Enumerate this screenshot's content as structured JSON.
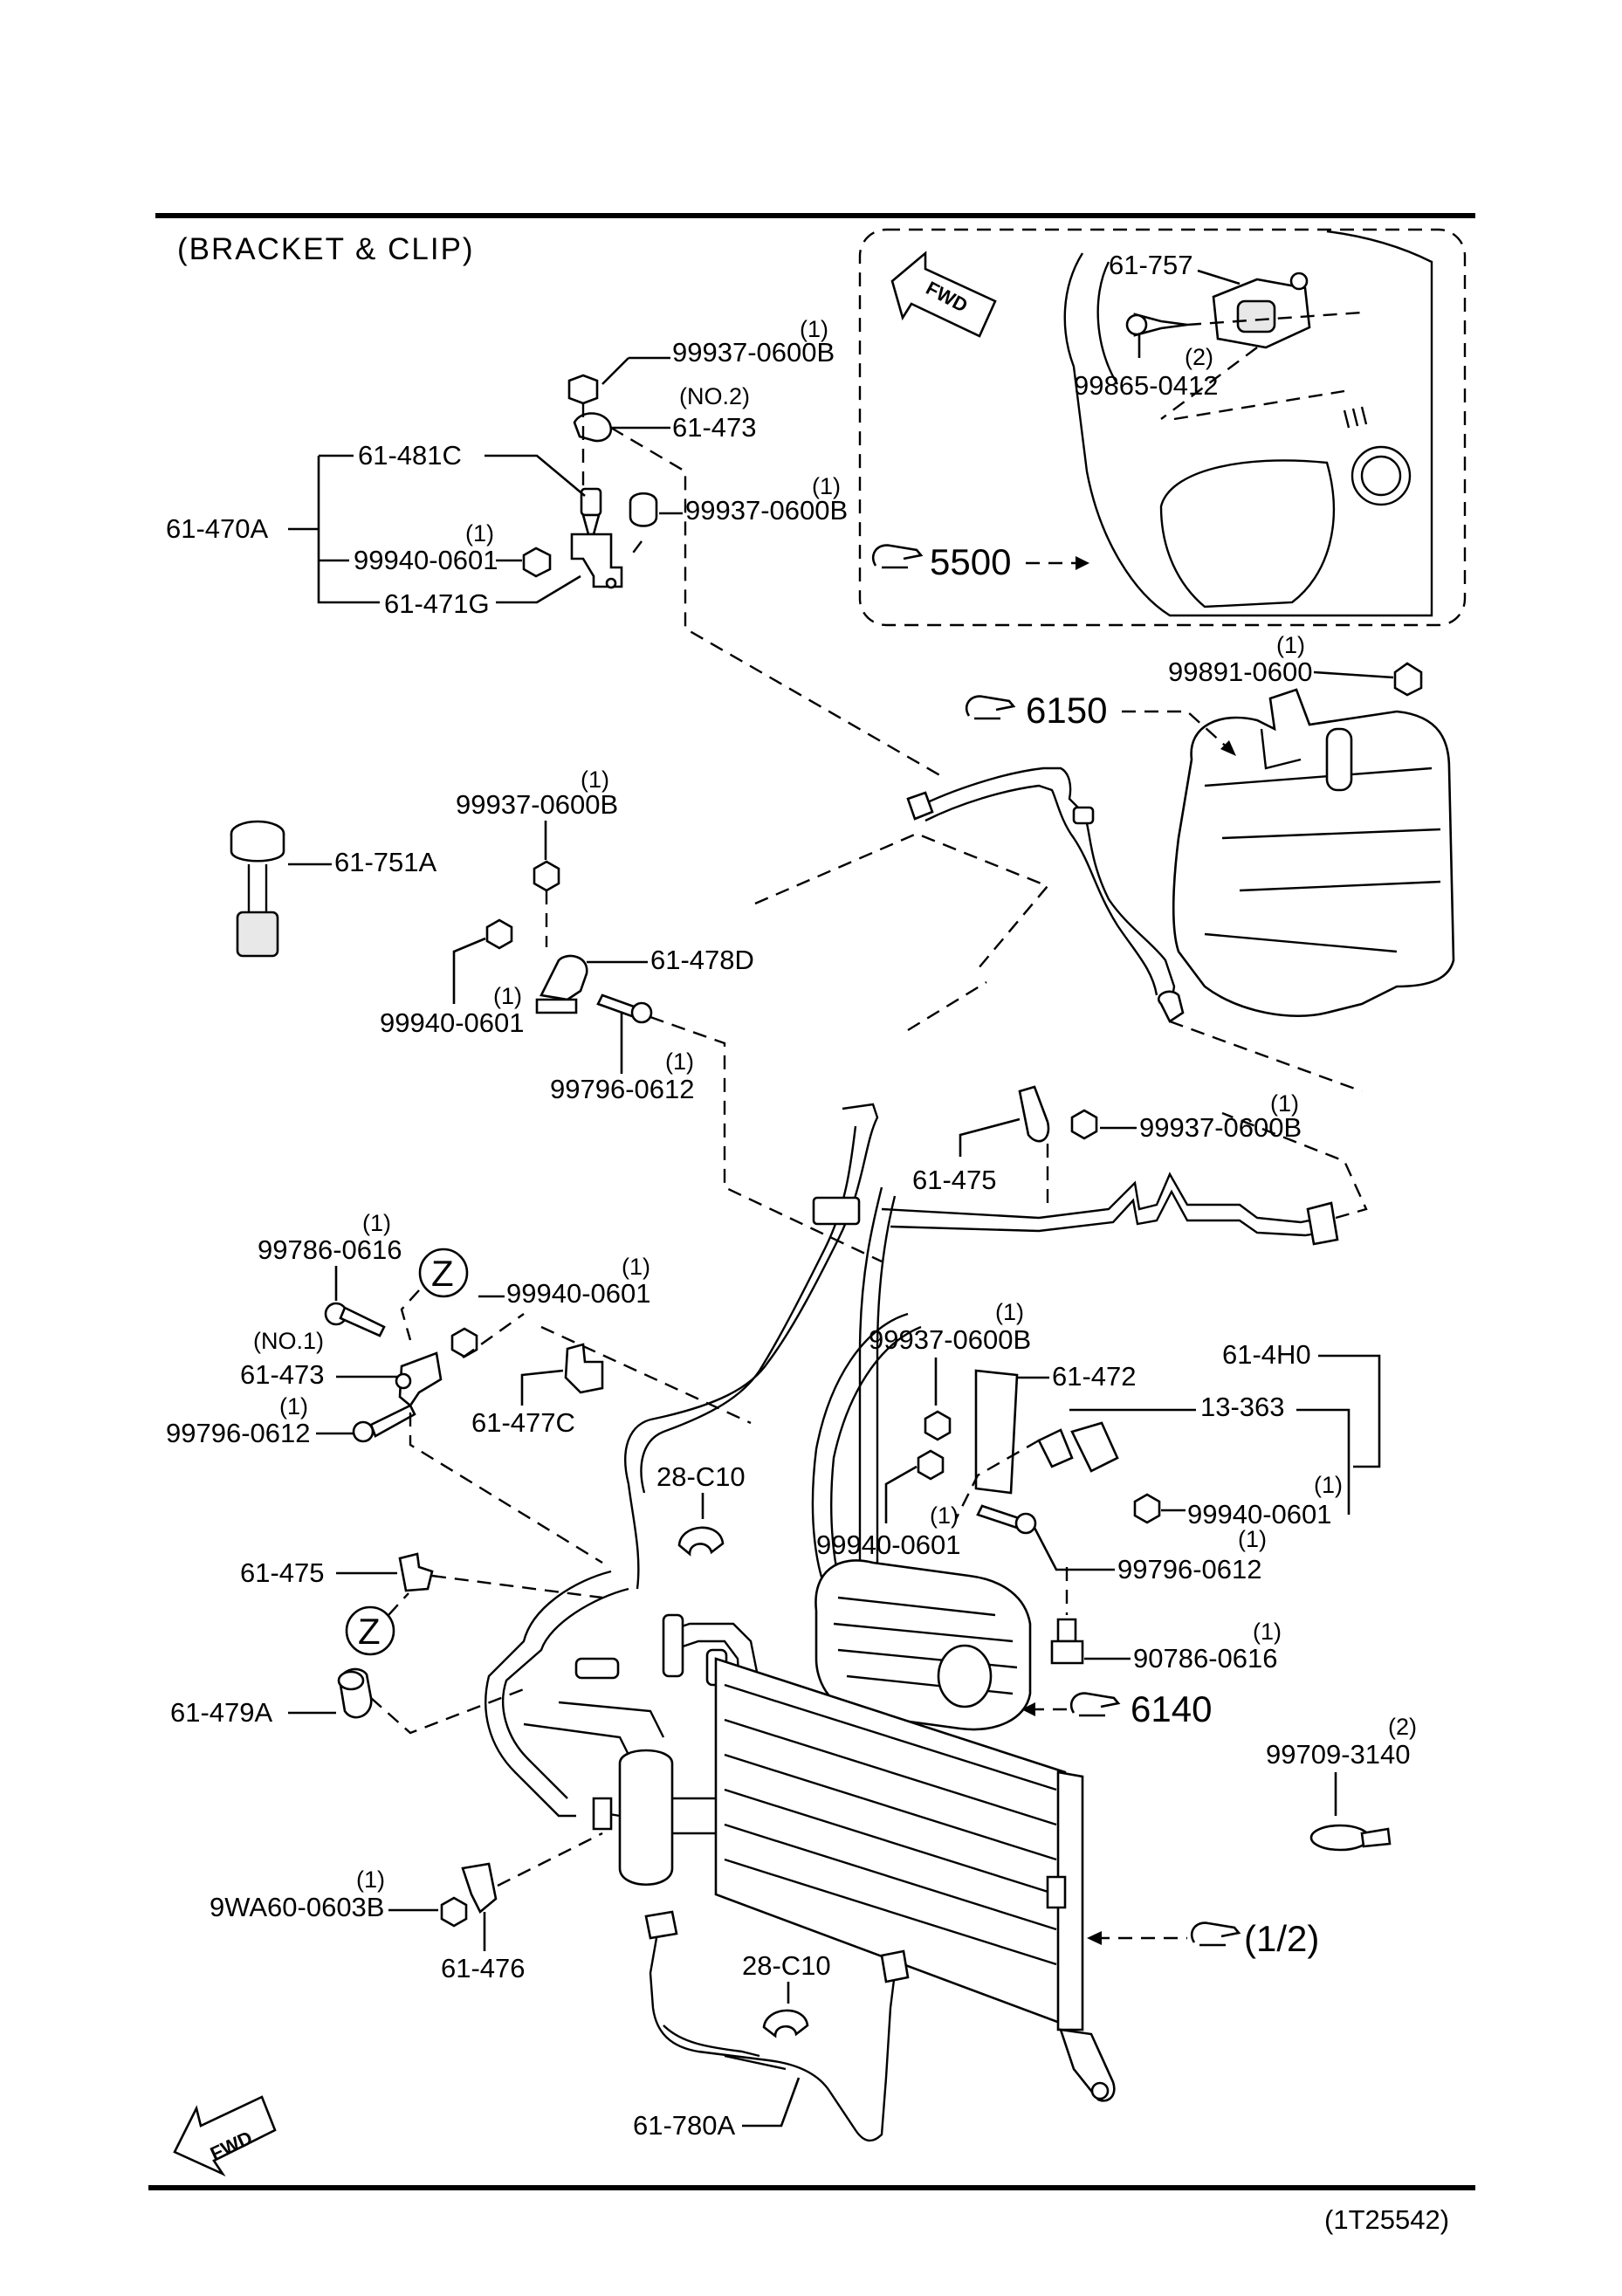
{
  "title": "(BRACKET   &   CLIP)",
  "figure_code": "(1T25542)",
  "fwd_label": "FWD",
  "inset": {
    "ref": "5500"
  },
  "refs": {
    "evaporator": "6150",
    "compressor": "6140",
    "condenser": "(1/2)"
  },
  "zone_marker": "Z",
  "parts": {
    "p99937_top": "99937-0600B",
    "p99937_top_qty": "(1)",
    "p61473_no2": "61-473",
    "p61473_no2_note": "(NO.2)",
    "p61481c": "61-481C",
    "p61470a": "61-470A",
    "p99937_mid": "99937-0600B",
    "p99937_mid_qty": "(1)",
    "p99940_top": "99940-0601",
    "p99940_top_qty": "(1)",
    "p61471g": "61-471G",
    "p61757": "61-757",
    "p99865": "99865-0412",
    "p99865_qty": "(2)",
    "p99891": "99891-0600",
    "p99891_qty": "(1)",
    "p99937_b": "99937-0600B",
    "p99937_b_qty": "(1)",
    "p61751a": "61-751A",
    "p61478d": "61-478D",
    "p99940_b": "99940-0601",
    "p99940_b_qty": "(1)",
    "p99796_b": "99796-0612",
    "p99796_b_qty": "(1)",
    "p99937_c": "99937-0600B",
    "p99937_c_qty": "(1)",
    "p61475_top": "61-475",
    "p99786": "99786-0616",
    "p99786_qty": "(1)",
    "p99940_c": "99940-0601",
    "p99940_c_qty": "(1)",
    "p61473_no1": "61-473",
    "p61473_no1_note": "(NO.1)",
    "p99796_c": "99796-0612",
    "p99796_c_qty": "(1)",
    "p61477c": "61-477C",
    "p99937_d": "99937-0600B",
    "p99937_d_qty": "(1)",
    "p61472": "61-472",
    "p614h0": "61-4H0",
    "p13363": "13-363",
    "p28c10_a": "28-C10",
    "p99940_d": "99940-0601",
    "p99940_d_qty": "(1)",
    "p99940_e": "99940-0601",
    "p99940_e_qty": "(1)",
    "p99796_d": "99796-0612",
    "p99796_d_qty": "(1)",
    "p61475_low": "61-475",
    "p90786": "90786-0616",
    "p90786_qty": "(1)",
    "p61479a": "61-479A",
    "p99709": "99709-3140",
    "p99709_qty": "(2)",
    "p9wa60": "9WA60-0603B",
    "p9wa60_qty": "(1)",
    "p61476": "61-476",
    "p28c10_b": "28-C10",
    "p61780a": "61-780A"
  }
}
